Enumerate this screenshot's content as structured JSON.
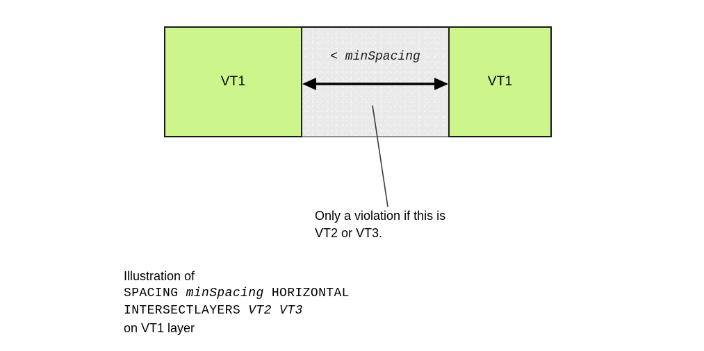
{
  "diagram": {
    "title_absent": true,
    "boxes": [
      {
        "label": "VT1",
        "name": "left-vt1-rectangle"
      },
      {
        "label": "VT1",
        "name": "right-vt1-rectangle"
      }
    ],
    "gap": {
      "name": "spacing-gap-region",
      "fill_color": "#e9e9e9",
      "measurement_operator": "<",
      "measurement_parameter": "minSpacing"
    },
    "colors": {
      "vt1_fill": "#ccf58c",
      "vt1_border": "#1a1a1a",
      "gap_fill": "#e9e9e9",
      "gap_top_border": "#121212",
      "gap_bottom_border": "#8c8c8c",
      "arrow": "#000000",
      "text": "#000000"
    },
    "violation_note": {
      "line1": "Only a violation if this is",
      "line2": "VT2 or VT3."
    },
    "caption": {
      "line1": "Illustration of",
      "line2_keyword": "SPACING",
      "line2_param": "minSpacing",
      "line2_keyword2": "HORIZONTAL",
      "line3_keyword": "INTERSECTLAYERS",
      "line3_param1": "VT2",
      "line3_param2": "VT3",
      "line4": "on VT1 layer"
    }
  }
}
